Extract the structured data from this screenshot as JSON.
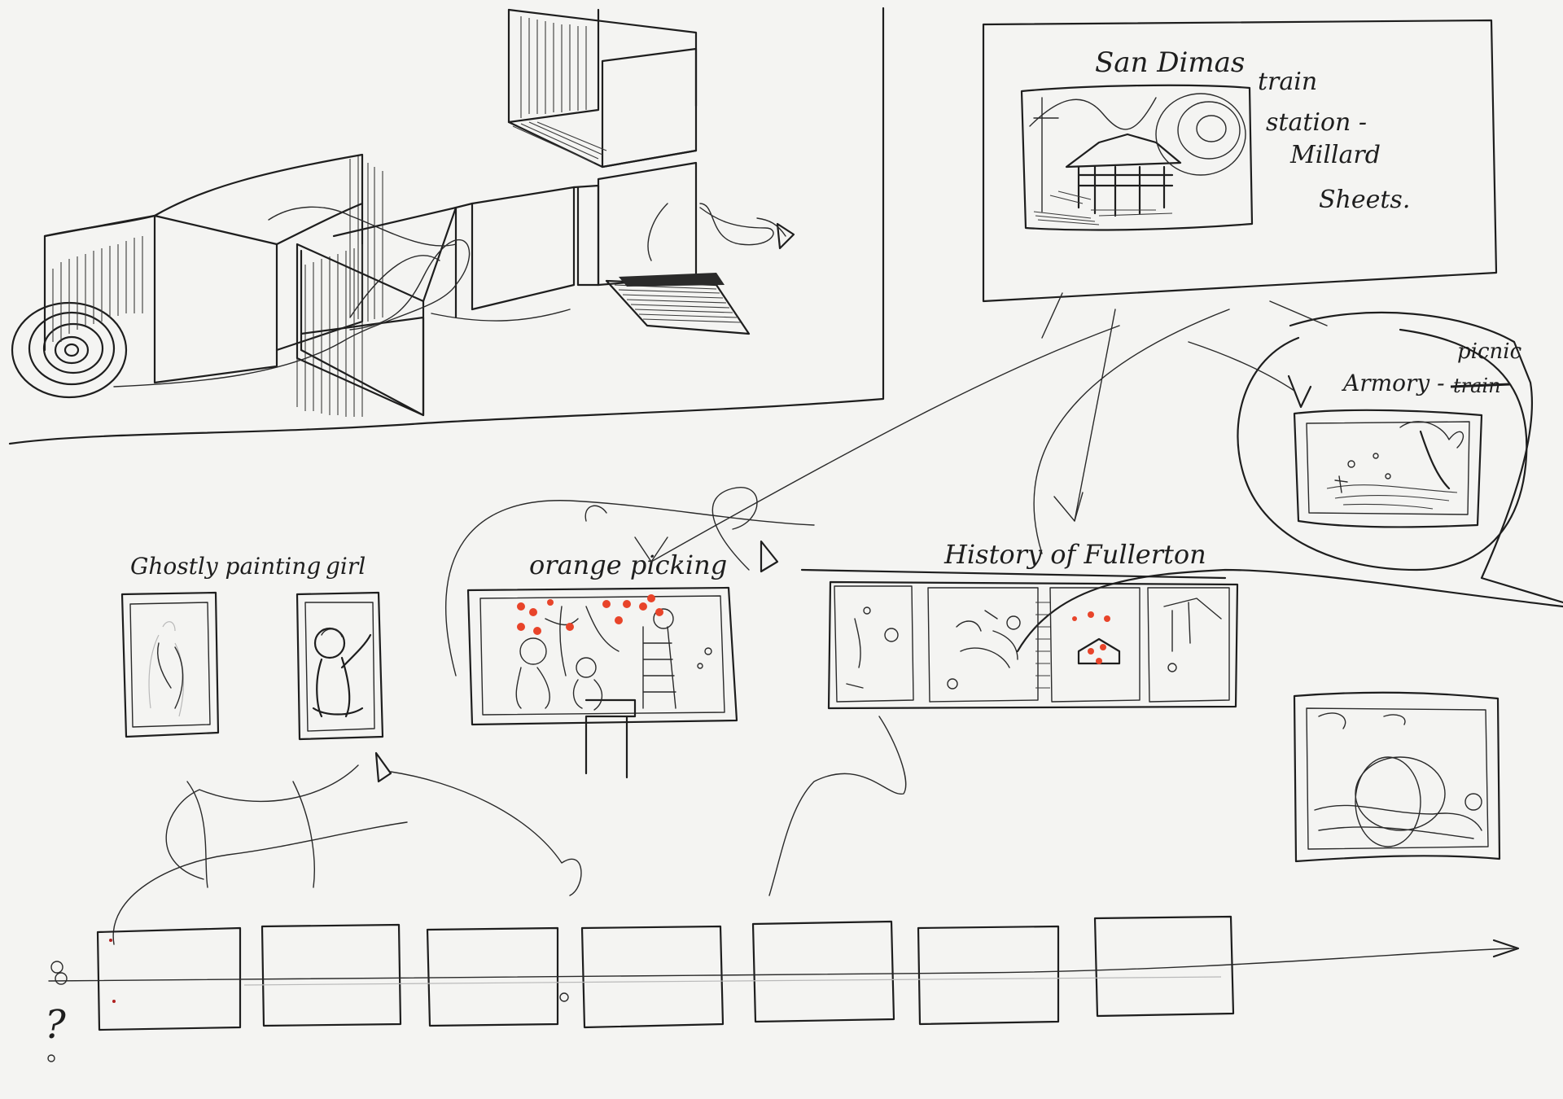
{
  "labels": {
    "station_line1": "San Dimas",
    "station_line2": "train",
    "station_line3": "station -",
    "station_line4": "Millard",
    "station_line5": "Sheets.",
    "armory": "Armory -",
    "picnic": "picnic",
    "armory_struck": "train",
    "ghostly": "Ghostly painting",
    "girl": "girl",
    "orange": "orange picking",
    "history": "History of Fullerton",
    "question": "?"
  },
  "colors": {
    "ink": "#1e1e1e",
    "accent": "#e8442a",
    "paper": "#f4f4f2"
  },
  "icons": {
    "eye": "eye-icon",
    "arrow": "arrowhead-icon",
    "spiral": "spiral-icon"
  }
}
